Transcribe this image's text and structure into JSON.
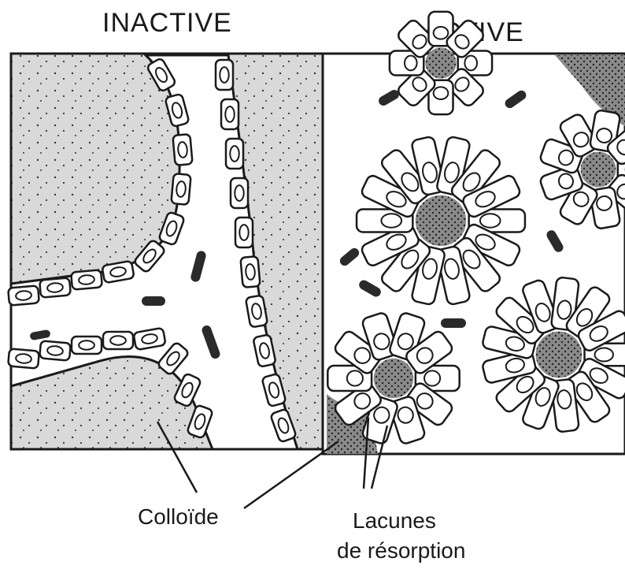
{
  "headers": {
    "inactive": "INACTIVE",
    "active": "ACTIVE"
  },
  "labels": {
    "colloid": "Colloïde",
    "lacunes_line1": "Lacunes",
    "lacunes_line2": "de résorption"
  },
  "colors": {
    "ink": "#1a1a1a",
    "colloid_fill": "#d9d9d9",
    "paper": "#ffffff"
  }
}
